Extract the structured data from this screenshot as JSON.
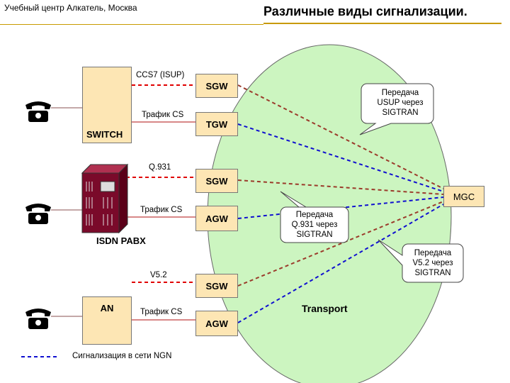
{
  "header": {
    "left_text": "Учебный центр Алкатель, Москва",
    "title": "Различные виды сигнализации."
  },
  "nodes": {
    "switch_label": "SWITCH",
    "pabx_label": "ISDN PABX",
    "an_label": "AN",
    "sgw1": "SGW",
    "tgw": "TGW",
    "sgw2": "SGW",
    "agw1": "AGW",
    "sgw3": "SGW",
    "agw2": "AGW",
    "mgc": "MGC",
    "transport": "Transport"
  },
  "links": {
    "ccs7": "CCS7 (ISUP)",
    "traffic_cs_1": "Трафик CS",
    "q931": "Q.931",
    "traffic_cs_2": "Трафик CS",
    "v52": "V5.2",
    "traffic_cs_3": "Трафик CS"
  },
  "callouts": {
    "usup": [
      "Передача",
      "USUP через",
      "SIGTRAN"
    ],
    "q931": [
      "Передача",
      "Q.931 через",
      "SIGTRAN"
    ],
    "v52": [
      "Передача",
      "V5.2 через",
      "SIGTRAN"
    ]
  },
  "legend": {
    "ngn_signaling": "Сигнализация в сети NGN"
  },
  "colors": {
    "signaling_red": "#e00000",
    "signaling_brown": "#9b3b2b",
    "signaling_blue": "#1010d0",
    "traffic_line": "#c04040",
    "node_fill": "#fde6b4",
    "cloud_fill": "#ccf5c0"
  }
}
